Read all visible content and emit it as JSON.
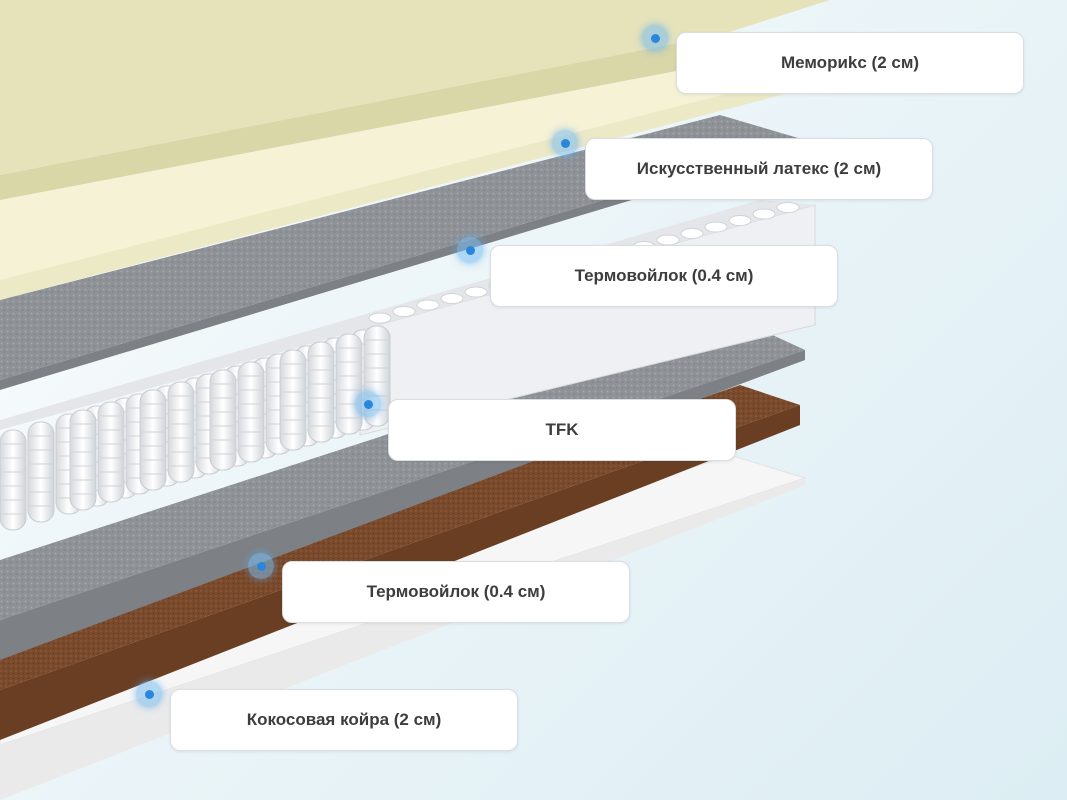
{
  "layers": [
    {
      "label": "Мемориkс (2 см)"
    },
    {
      "label": "Искусственный латекс (2 см)"
    },
    {
      "label": "Термовойлок (0.4 см)"
    },
    {
      "label": "TFK"
    },
    {
      "label": "Термовойлок (0.4 см)"
    },
    {
      "label": "Кокосовая койра (2 см)"
    }
  ],
  "colors": {
    "memory_foam": "#e8e6bd",
    "latex": "#f5f2d6",
    "felt": "#8f9398",
    "springs": "#f1f2f4",
    "coir": "#7a4a2c",
    "base": "#f4f4f4",
    "marker": "#2a86dc"
  }
}
